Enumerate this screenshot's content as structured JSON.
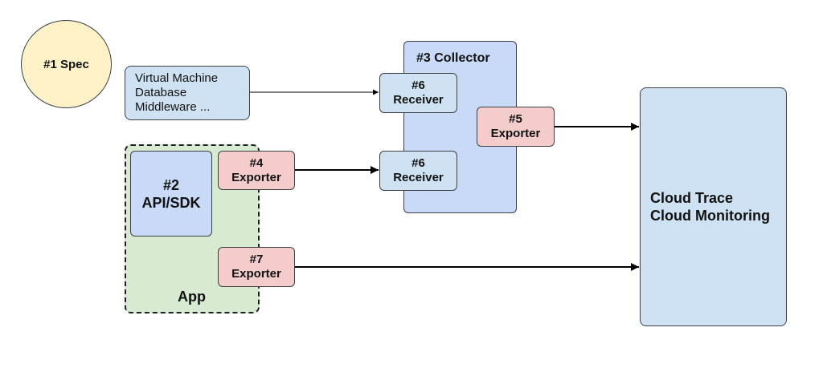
{
  "spec": {
    "label": "#1 Spec"
  },
  "sources": {
    "lines": [
      "Virtual Machine",
      "Database",
      "Middleware ..."
    ]
  },
  "app": {
    "label": "App",
    "api_sdk": {
      "number": "#2",
      "label": "API/SDK"
    },
    "exporter_4": {
      "number": "#4",
      "label": "Exporter"
    },
    "exporter_7": {
      "number": "#7",
      "label": "Exporter"
    }
  },
  "collector": {
    "label": "#3 Collector",
    "receiver_top": {
      "number": "#6",
      "label": "Receiver"
    },
    "receiver_bottom": {
      "number": "#6",
      "label": "Receiver"
    },
    "exporter_5": {
      "number": "#5",
      "label": "Exporter"
    }
  },
  "backend": {
    "lines": [
      "Cloud Trace",
      "Cloud Monitoring"
    ]
  },
  "colors": {
    "spec_fill": "#fdf1c7",
    "blue_fill": "#cfe2f3",
    "collector_fill": "#c9daf8",
    "exporter_fill": "#f4cccc",
    "app_fill": "#d9ead3"
  }
}
